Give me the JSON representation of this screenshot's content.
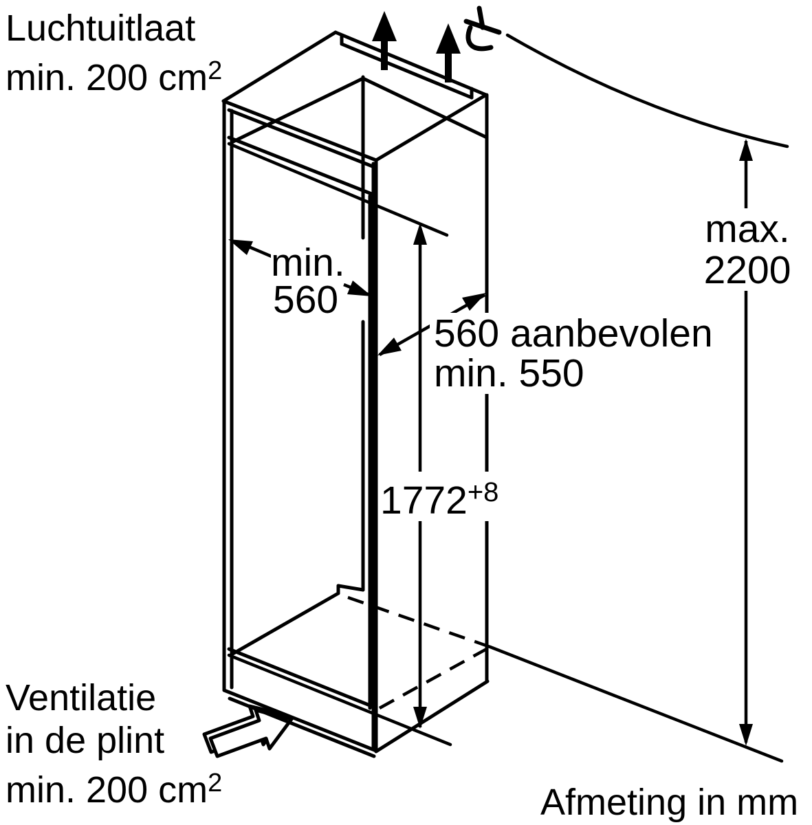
{
  "figure": {
    "background_color": "#ffffff",
    "line_color": "#000000",
    "units_note": "Afmeting in mm"
  },
  "labels": {
    "air_outlet": {
      "line1": "Luchtuitlaat",
      "line2": "min. 200 cm",
      "superscript": "2"
    },
    "niche_width": {
      "line1": "min.",
      "line2": "560"
    },
    "niche_depth": {
      "line1": "560 aanbevolen",
      "line2": "min. 550"
    },
    "niche_height": {
      "value": "1772",
      "tolerance": "+8"
    },
    "max_height": {
      "line1": "max.",
      "line2": "2200"
    },
    "plinth_vent": {
      "line1": "Ventilatie",
      "line2": "in de plint",
      "line3": "min. 200 cm",
      "superscript": "2"
    }
  },
  "icons": {
    "airflow_up_1": "airflow-up-arrow",
    "airflow_up_2": "airflow-up-arrow",
    "power_cord": "power-cord-icon",
    "plinth_airflow": "plinth-airflow-arrow"
  }
}
